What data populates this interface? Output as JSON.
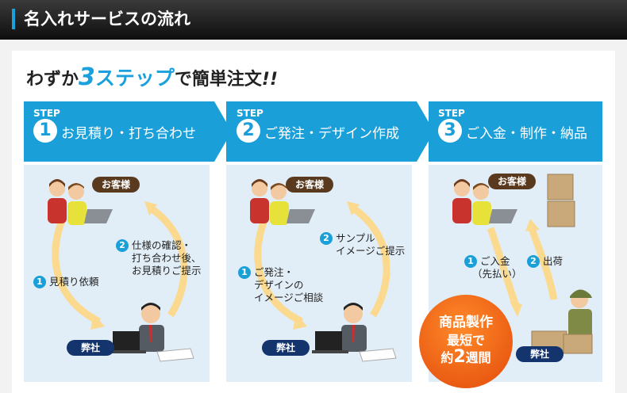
{
  "header": {
    "title": "名入れサービスの流れ"
  },
  "headline": {
    "pre": "わずか",
    "num": "3",
    "steps_text": "ステップ",
    "post": "で簡単注文",
    "exclaim": "!!"
  },
  "colors": {
    "accent": "#1aa0dc",
    "band": "#1b9fd8",
    "scene_bg": "#e2eef7",
    "orange": "#f57a1f",
    "arrow": "#fbd98f"
  },
  "steps": [
    {
      "word": "STEP",
      "number": "1",
      "title": "お見積り・打ち合わせ",
      "customer": "お客様",
      "company": "弊社",
      "labels": [
        {
          "num": "1",
          "lines": [
            "見積り依頼"
          ]
        },
        {
          "num": "2",
          "lines": [
            "仕様の確認・",
            "打ち合わせ後、",
            "お見積りご提示"
          ]
        }
      ]
    },
    {
      "word": "STEP",
      "number": "2",
      "title": "ご発注・デザイン作成",
      "customer": "お客様",
      "company": "弊社",
      "labels": [
        {
          "num": "1",
          "lines": [
            "ご発注・",
            "デザインの",
            "イメージご相談"
          ]
        },
        {
          "num": "2",
          "lines": [
            "サンプル",
            "イメージご提示"
          ]
        }
      ]
    },
    {
      "word": "STEP",
      "number": "3",
      "title": "ご入金・制作・納品",
      "customer": "お客様",
      "company": "弊社",
      "labels": [
        {
          "num": "1",
          "lines": [
            "ご入金",
            "（先払い）"
          ]
        },
        {
          "num": "2",
          "lines": [
            "出荷"
          ]
        }
      ],
      "badge": {
        "line1": "商品製作",
        "line2": "最短で",
        "line3_pre": "約",
        "line3_num": "2",
        "line3_post": "週間"
      }
    }
  ]
}
